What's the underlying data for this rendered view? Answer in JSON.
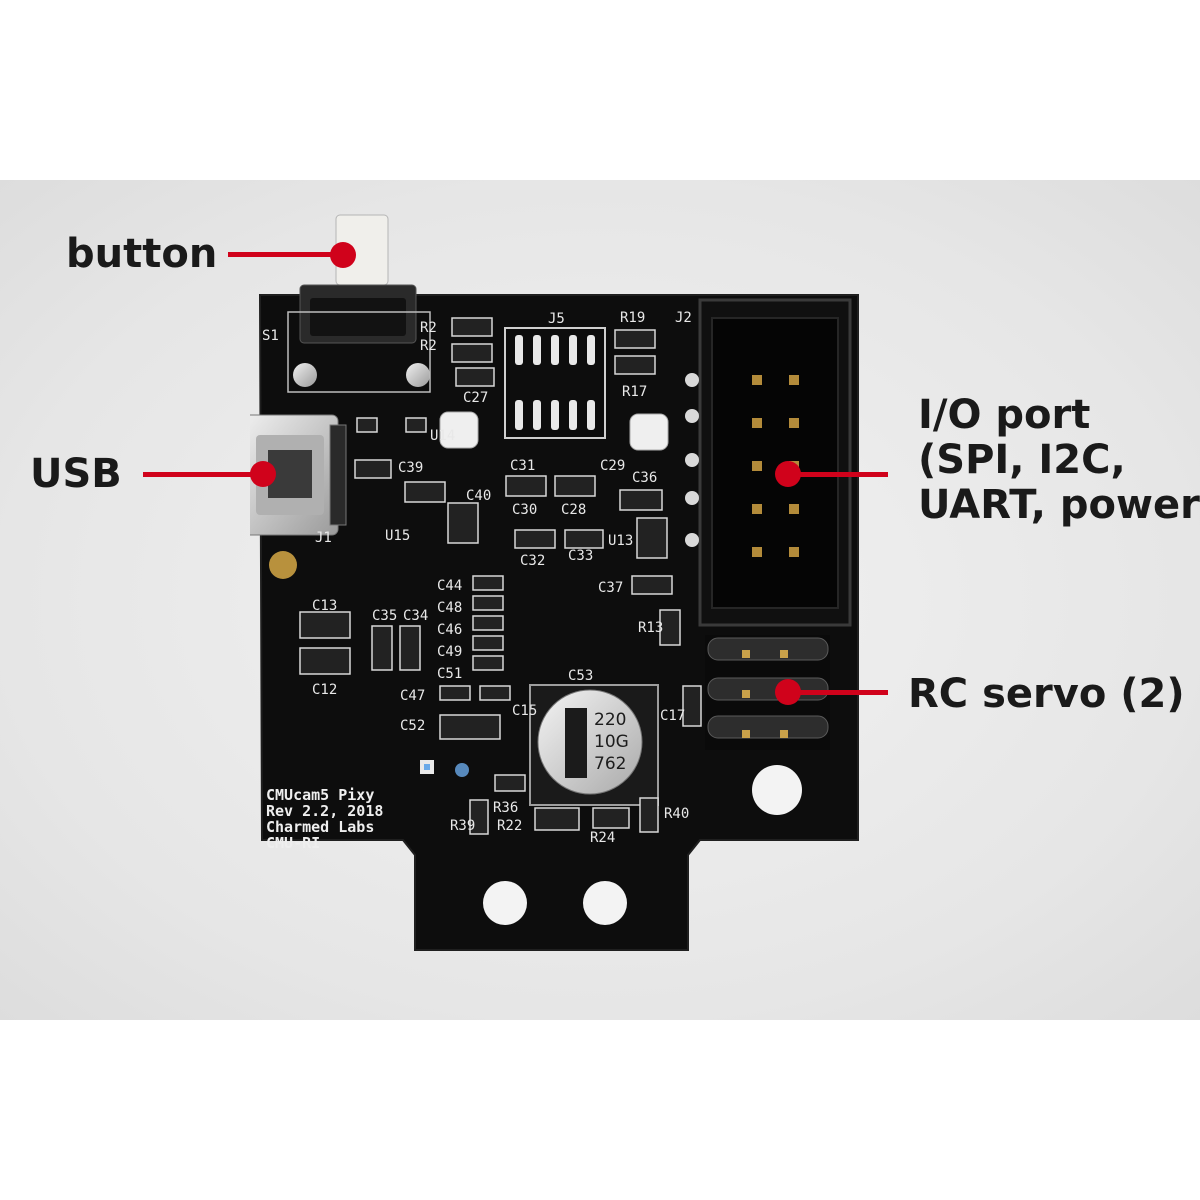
{
  "annotations": {
    "button": "button",
    "usb": "USB",
    "io_port": [
      "I/O port",
      "(SPI, I2C,",
      "UART, power)"
    ],
    "rc_servo": "RC servo (2)"
  },
  "board": {
    "silkscreen": [
      "CMUcam5 Pixy",
      "Rev 2.2, 2018",
      "Charmed Labs",
      "CMU-RI"
    ],
    "capacitor_marking": [
      "220",
      "10G",
      "762"
    ],
    "designators": [
      "S1",
      "R2",
      "R2",
      "J5",
      "R19",
      "J2",
      "R17",
      "C27",
      "U14",
      "C39",
      "C40",
      "U15",
      "J1",
      "C31",
      "C30",
      "C28",
      "C29",
      "C32",
      "C33",
      "C36",
      "U13",
      "C37",
      "C44",
      "C48",
      "C46",
      "C49",
      "C51",
      "C47",
      "C52",
      "C13",
      "C12",
      "C35",
      "C34",
      "C53",
      "C15",
      "C17",
      "R13",
      "R39",
      "R36",
      "R22",
      "R24",
      "R40"
    ]
  },
  "colors": {
    "pointer": "#d0021b",
    "pcb": "#0d0d0d",
    "silkscreen": "#e8e8e8"
  }
}
